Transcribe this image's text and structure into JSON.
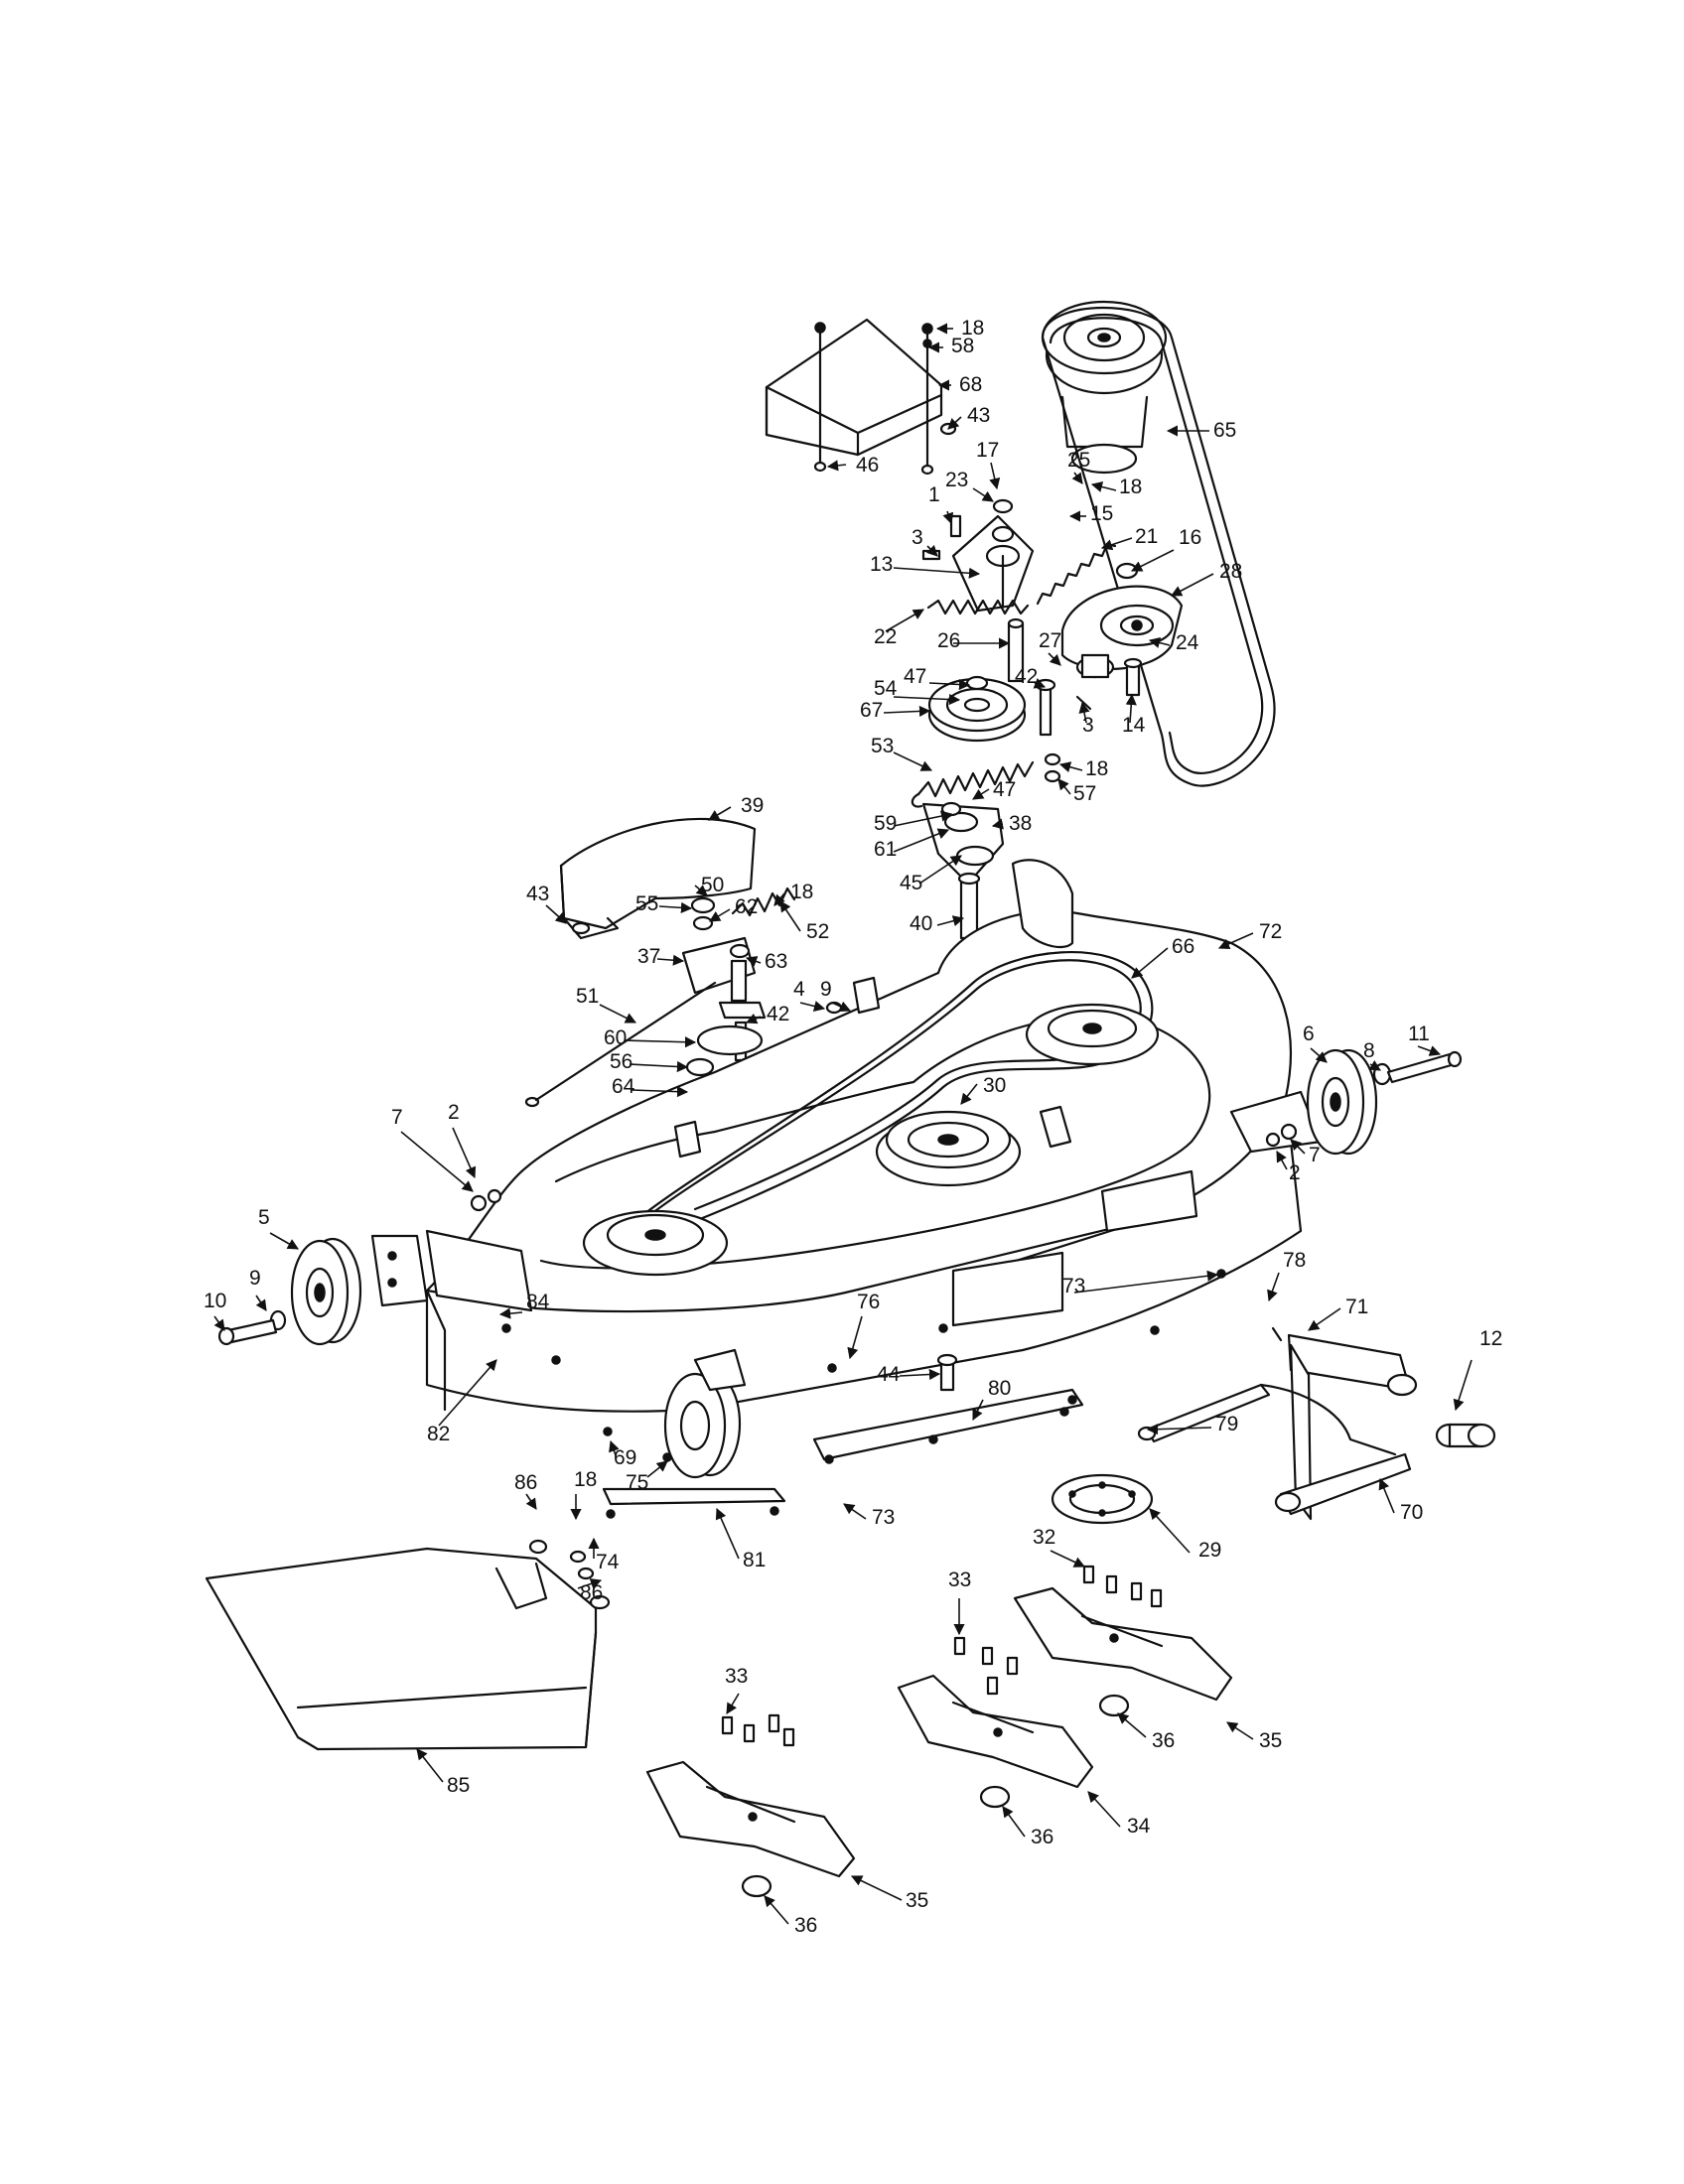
{
  "labels": [
    {
      "id": "p18a",
      "text": "18"
    },
    {
      "id": "p58",
      "text": "58"
    },
    {
      "id": "p68",
      "text": "68"
    },
    {
      "id": "p43a",
      "text": "43"
    },
    {
      "id": "p46",
      "text": "46"
    },
    {
      "id": "p65",
      "text": "65"
    },
    {
      "id": "p17",
      "text": "17"
    },
    {
      "id": "p25",
      "text": "25"
    },
    {
      "id": "p23",
      "text": "23"
    },
    {
      "id": "p18b",
      "text": "18"
    },
    {
      "id": "p1",
      "text": "1"
    },
    {
      "id": "p15",
      "text": "15"
    },
    {
      "id": "p3a",
      "text": "3"
    },
    {
      "id": "p21",
      "text": "21"
    },
    {
      "id": "p16",
      "text": "16"
    },
    {
      "id": "p13",
      "text": "13"
    },
    {
      "id": "p28",
      "text": "28"
    },
    {
      "id": "p22",
      "text": "22"
    },
    {
      "id": "p26",
      "text": "26"
    },
    {
      "id": "p27",
      "text": "27"
    },
    {
      "id": "p24",
      "text": "24"
    },
    {
      "id": "p47a",
      "text": "47"
    },
    {
      "id": "p42a",
      "text": "42"
    },
    {
      "id": "p54",
      "text": "54"
    },
    {
      "id": "p67",
      "text": "67"
    },
    {
      "id": "p3b",
      "text": "3"
    },
    {
      "id": "p14",
      "text": "14"
    },
    {
      "id": "p53",
      "text": "53"
    },
    {
      "id": "p18c",
      "text": "18"
    },
    {
      "id": "p57",
      "text": "57"
    },
    {
      "id": "p47b",
      "text": "47"
    },
    {
      "id": "p39",
      "text": "39"
    },
    {
      "id": "p38",
      "text": "38"
    },
    {
      "id": "p59",
      "text": "59"
    },
    {
      "id": "p61",
      "text": "61"
    },
    {
      "id": "p50",
      "text": "50"
    },
    {
      "id": "p18d",
      "text": "18"
    },
    {
      "id": "p43b",
      "text": "43"
    },
    {
      "id": "p55",
      "text": "55"
    },
    {
      "id": "p62",
      "text": "62"
    },
    {
      "id": "p45",
      "text": "45"
    },
    {
      "id": "p52",
      "text": "52"
    },
    {
      "id": "p40",
      "text": "40"
    },
    {
      "id": "p72",
      "text": "72"
    },
    {
      "id": "p37",
      "text": "37"
    },
    {
      "id": "p63",
      "text": "63"
    },
    {
      "id": "p66",
      "text": "66"
    },
    {
      "id": "p51",
      "text": "51"
    },
    {
      "id": "p4",
      "text": "4"
    },
    {
      "id": "p9a",
      "text": "9"
    },
    {
      "id": "p42b",
      "text": "42"
    },
    {
      "id": "p6",
      "text": "6"
    },
    {
      "id": "p8",
      "text": "8"
    },
    {
      "id": "p11",
      "text": "11"
    },
    {
      "id": "p60",
      "text": "60"
    },
    {
      "id": "p56",
      "text": "56"
    },
    {
      "id": "p64",
      "text": "64"
    },
    {
      "id": "p30",
      "text": "30"
    },
    {
      "id": "p7a",
      "text": "7"
    },
    {
      "id": "p2a",
      "text": "2"
    },
    {
      "id": "p2b",
      "text": "2"
    },
    {
      "id": "p7b",
      "text": "7"
    },
    {
      "id": "p5",
      "text": "5"
    },
    {
      "id": "p78",
      "text": "78"
    },
    {
      "id": "p73a",
      "text": "73"
    },
    {
      "id": "p71",
      "text": "71"
    },
    {
      "id": "p10",
      "text": "10"
    },
    {
      "id": "p9b",
      "text": "9"
    },
    {
      "id": "p84",
      "text": "84"
    },
    {
      "id": "p76",
      "text": "76"
    },
    {
      "id": "p12",
      "text": "12"
    },
    {
      "id": "p44",
      "text": "44"
    },
    {
      "id": "p80",
      "text": "80"
    },
    {
      "id": "p82",
      "text": "82"
    },
    {
      "id": "p79",
      "text": "79"
    },
    {
      "id": "p69",
      "text": "69"
    },
    {
      "id": "p75",
      "text": "75"
    },
    {
      "id": "p86a",
      "text": "86"
    },
    {
      "id": "p18e",
      "text": "18"
    },
    {
      "id": "p70",
      "text": "70"
    },
    {
      "id": "p73b",
      "text": "73"
    },
    {
      "id": "p32",
      "text": "32"
    },
    {
      "id": "p29",
      "text": "29"
    },
    {
      "id": "p74",
      "text": "74"
    },
    {
      "id": "p81",
      "text": "81"
    },
    {
      "id": "p86b",
      "text": "86"
    },
    {
      "id": "p33a",
      "text": "33"
    },
    {
      "id": "p33b",
      "text": "33"
    },
    {
      "id": "p36a",
      "text": "36"
    },
    {
      "id": "p35a",
      "text": "35"
    },
    {
      "id": "p85",
      "text": "85"
    },
    {
      "id": "p34",
      "text": "34"
    },
    {
      "id": "p36b",
      "text": "36"
    },
    {
      "id": "p35b",
      "text": "35"
    },
    {
      "id": "p36c",
      "text": "36"
    }
  ]
}
